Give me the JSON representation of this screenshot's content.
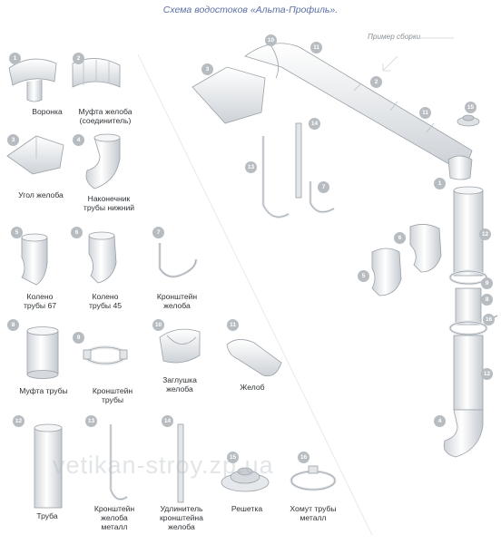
{
  "title": "Схема водостоков «Альта-Профиль».",
  "assembly_example": "Пример сборки",
  "watermark": "vetikan-stroy.zp.ua",
  "colors": {
    "title": "#5b6fa3",
    "badge": "#b7bcc1",
    "part_fill": "#eef0f2",
    "part_stroke": "#9aa1a8"
  },
  "parts": [
    {
      "num": "1",
      "label": "Воронка",
      "label2": ""
    },
    {
      "num": "2",
      "label": "Муфта желоба",
      "label2": "(соединитель)"
    },
    {
      "num": "3",
      "label": "Угол желоба",
      "label2": ""
    },
    {
      "num": "4",
      "label": "Наконечник",
      "label2": "трубы нижний"
    },
    {
      "num": "5",
      "label": "Колено",
      "label2": "трубы 67"
    },
    {
      "num": "6",
      "label": "Колено",
      "label2": "трубы 45"
    },
    {
      "num": "7",
      "label": "Кронштейн",
      "label2": "желоба"
    },
    {
      "num": "8",
      "label": "Муфта трубы",
      "label2": ""
    },
    {
      "num": "9",
      "label": "Кронштейн",
      "label2": "трубы"
    },
    {
      "num": "10",
      "label": "Заглушка",
      "label2": "желоба"
    },
    {
      "num": "11",
      "label": "Желоб",
      "label2": ""
    },
    {
      "num": "12",
      "label": "Труба",
      "label2": ""
    },
    {
      "num": "13",
      "label": "Кронштейн",
      "label2": "желоба",
      "label3": "металл"
    },
    {
      "num": "14",
      "label": "Удлинитель",
      "label2": "кронштейна",
      "label3": "желоба"
    },
    {
      "num": "15",
      "label": "Решетка",
      "label2": ""
    },
    {
      "num": "16",
      "label": "Хомут трубы",
      "label2": "металл"
    }
  ]
}
